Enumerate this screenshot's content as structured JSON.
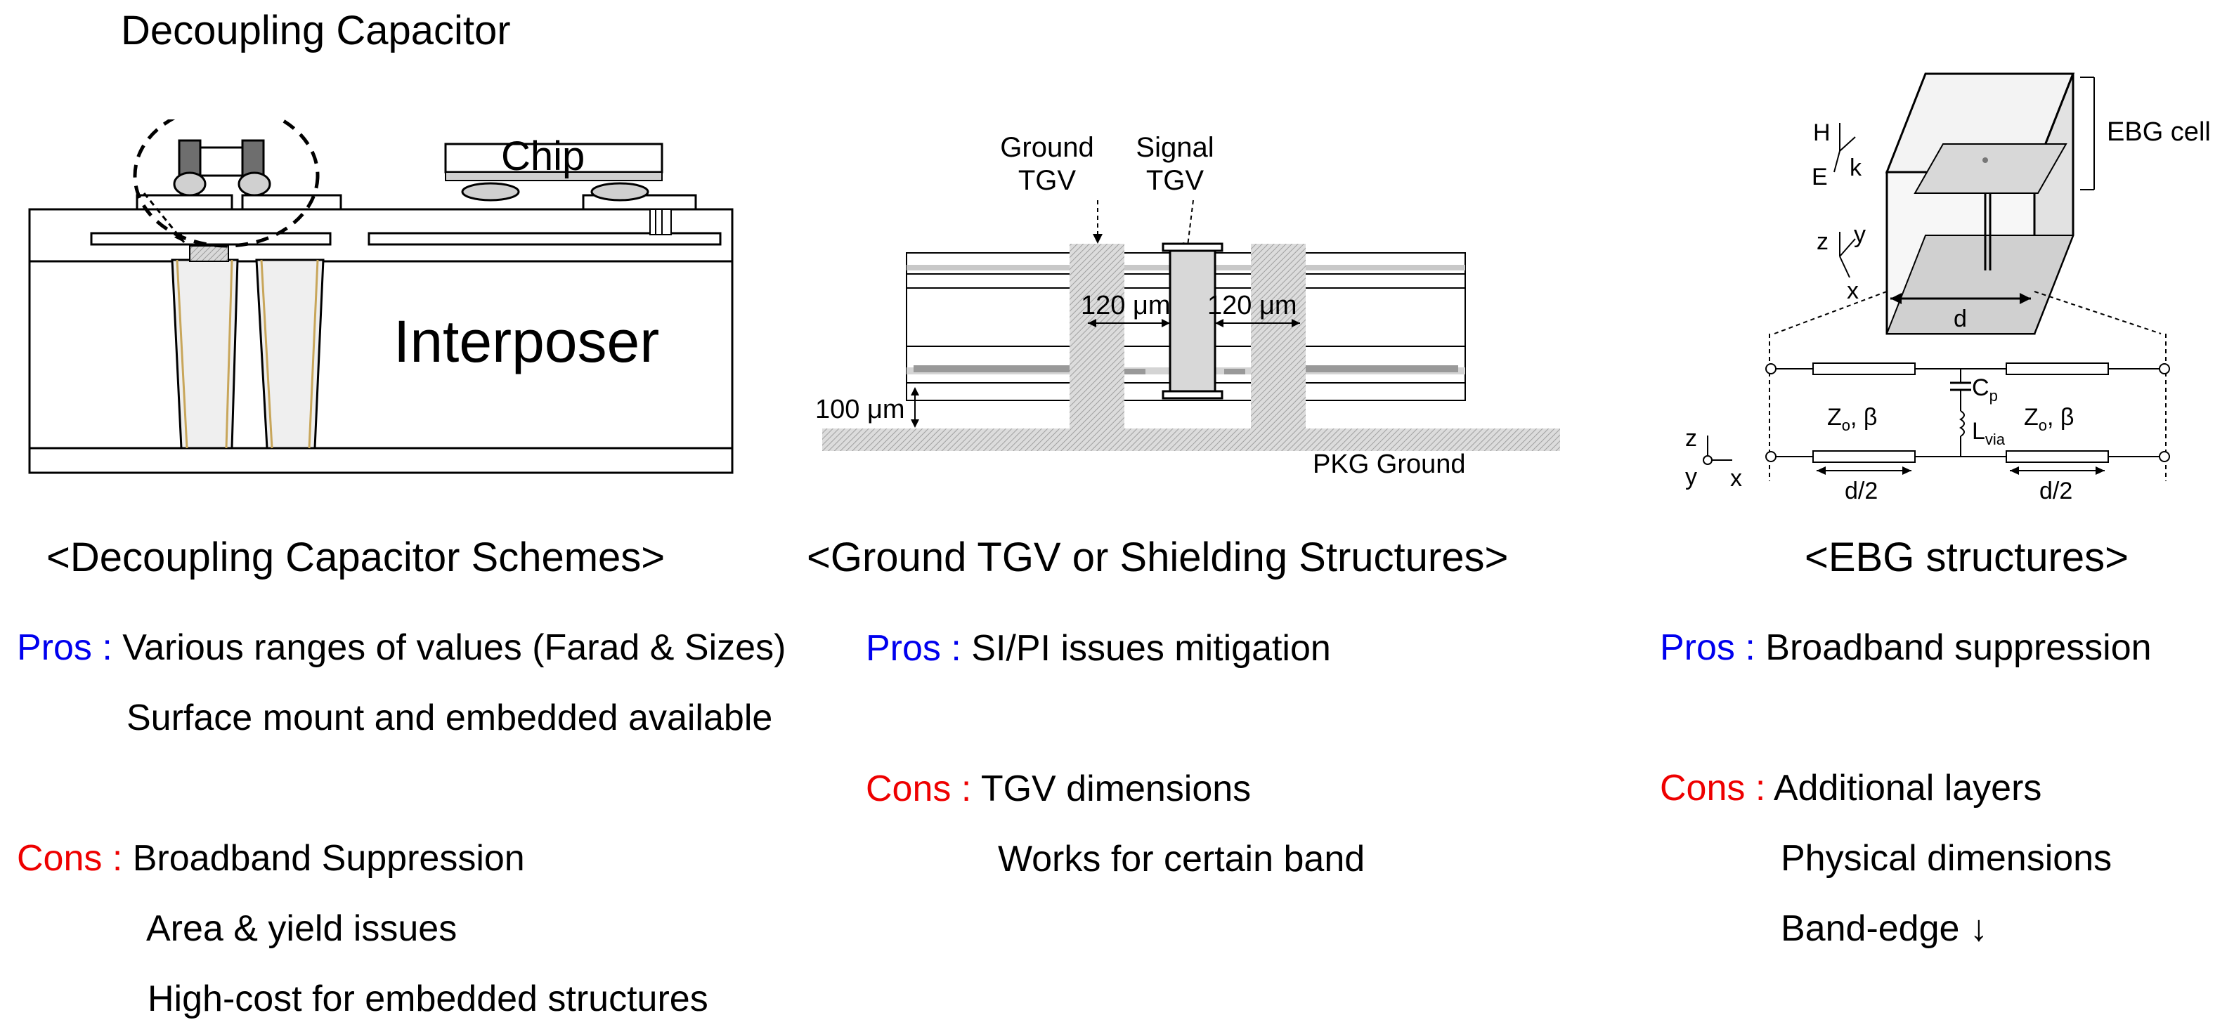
{
  "diagram1": {
    "title": "Decoupling Capacitor",
    "chip_label": "Chip",
    "interposer_label": "Interposer",
    "caption": "<Decoupling Capacitor Schemes>",
    "pros_label": "Pros :",
    "pros": [
      "Various ranges of values (Farad & Sizes)",
      "Surface mount and embedded available"
    ],
    "cons_label": "Cons :",
    "cons": [
      "Broadband Suppression",
      "Area & yield issues",
      "High-cost for embedded structures"
    ]
  },
  "diagram2": {
    "ground_tgv": [
      "Ground",
      "TGV"
    ],
    "signal_tgv": [
      "Signal",
      "TGV"
    ],
    "dim_left": "120 μm",
    "dim_right": "120 μm",
    "height_dim": "100 μm",
    "pkg_ground": "PKG Ground",
    "caption": "<Ground TGV or Shielding Structures>",
    "pros_label": "Pros :",
    "pros": [
      "SI/PI issues mitigation"
    ],
    "cons_label": "Cons :",
    "cons": [
      "TGV dimensions",
      "Works for certain band"
    ]
  },
  "diagram3": {
    "ebg_cell": "EBG cell",
    "axes_top": {
      "h": "H",
      "e": "E",
      "k": "k"
    },
    "axes_mid": {
      "z": "z",
      "y": "y",
      "x": "x"
    },
    "d_label": "d",
    "zo_beta_left": "Z",
    "zo_sub": "o",
    "beta": ", β",
    "cp": "C",
    "cp_sub": "p",
    "lvia": "L",
    "lvia_sub": "via",
    "axes_bottom": {
      "z": "z",
      "y": "y",
      "x": "x"
    },
    "half_d": "d/2",
    "caption": "<EBG structures>",
    "pros_label": "Pros :",
    "pros": [
      "Broadband suppression"
    ],
    "cons_label": "Cons :",
    "cons": [
      "Additional layers",
      "Physical dimensions",
      "Band-edge ↓"
    ]
  },
  "colors": {
    "pros": "#0000ee",
    "cons": "#ee0000"
  }
}
